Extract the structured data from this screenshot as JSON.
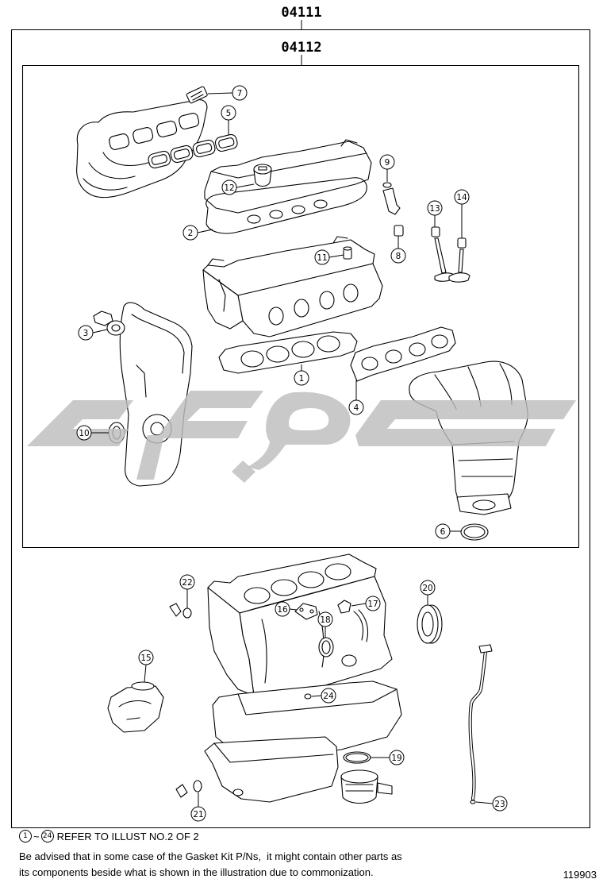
{
  "colors": {
    "line": "#000000",
    "watermark": "#bdbdbd",
    "background": "#ffffff"
  },
  "diagram": {
    "assembly_label": "04111",
    "subassembly_label": "04112",
    "callouts": [
      "7",
      "5",
      "9",
      "12",
      "2",
      "13",
      "14",
      "11",
      "8",
      "3",
      "1",
      "4",
      "10",
      "6",
      "22",
      "20",
      "16",
      "17",
      "18",
      "15",
      "24",
      "19",
      "21",
      "23"
    ]
  },
  "footer": {
    "refer_from": "1",
    "refer_sep": "~",
    "refer_to": "24",
    "refer_text": "REFER TO ILLUST NO.2 OF 2",
    "note_lines": [
      "Be advised that in some case of the Gasket Kit P/Ns,  it might contain other parts as",
      "its components beside what is shown in the illustration due to commonization."
    ],
    "illustration_number": "119903"
  }
}
